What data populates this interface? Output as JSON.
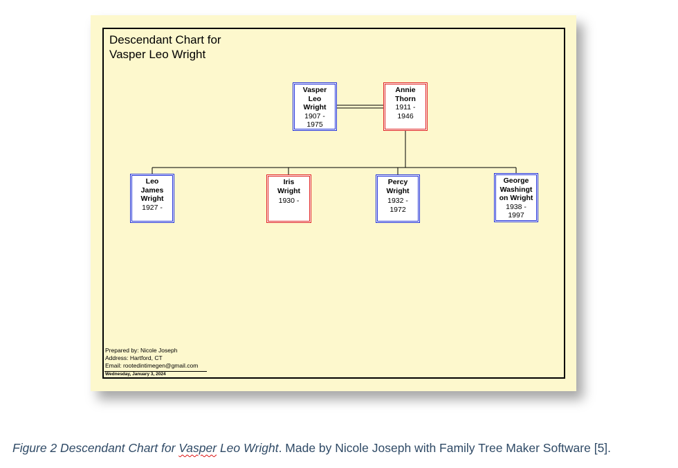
{
  "chart": {
    "title_line1": "Descendant Chart for",
    "title_line2": "Vasper Leo Wright",
    "parents": [
      {
        "name": "Vasper Leo Wright",
        "name_lines": [
          "Vasper",
          "Leo",
          "Wright"
        ],
        "dates_lines": [
          "1907 -",
          "1975"
        ],
        "sex": "male"
      },
      {
        "name": "Annie Thorn",
        "name_lines": [
          "Annie",
          "Thorn"
        ],
        "dates_lines": [
          "1911 -",
          "1946"
        ],
        "sex": "female"
      }
    ],
    "children": [
      {
        "name": "Leo James Wright",
        "name_lines": [
          "Leo",
          "James",
          "Wright"
        ],
        "dates_lines": [
          "1927 -"
        ],
        "sex": "male"
      },
      {
        "name": "Iris Wright",
        "name_lines": [
          "Iris",
          "Wright"
        ],
        "dates_lines": [
          "1930 -"
        ],
        "sex": "female"
      },
      {
        "name": "Percy Wright",
        "name_lines": [
          "Percy",
          "Wright"
        ],
        "dates_lines": [
          "1932 -",
          "1972"
        ],
        "sex": "male"
      },
      {
        "name": "George Washington Wright",
        "name_lines": [
          "George",
          "Washingt",
          "on Wright"
        ],
        "dates_lines": [
          "1938 -",
          "1997"
        ],
        "sex": "male"
      }
    ],
    "footer": {
      "prepared_by": "Prepared by: Nicole Joseph",
      "address": "Address: Hartford, CT",
      "email": "Email: rootedintimegen@gmail.com",
      "date": "Wednesday, January 3, 2024"
    },
    "colors": {
      "male_border": "#1f2fd6",
      "female_border": "#e01f1f",
      "paper": "#fdf8cd"
    }
  },
  "caption": {
    "figure_label": "Figure 2 Descendant Chart for ",
    "name_first": "Vasper",
    "name_rest": " Leo Wright",
    "rest": ". Made by Nicole Joseph with Family Tree Maker Software [5]."
  }
}
